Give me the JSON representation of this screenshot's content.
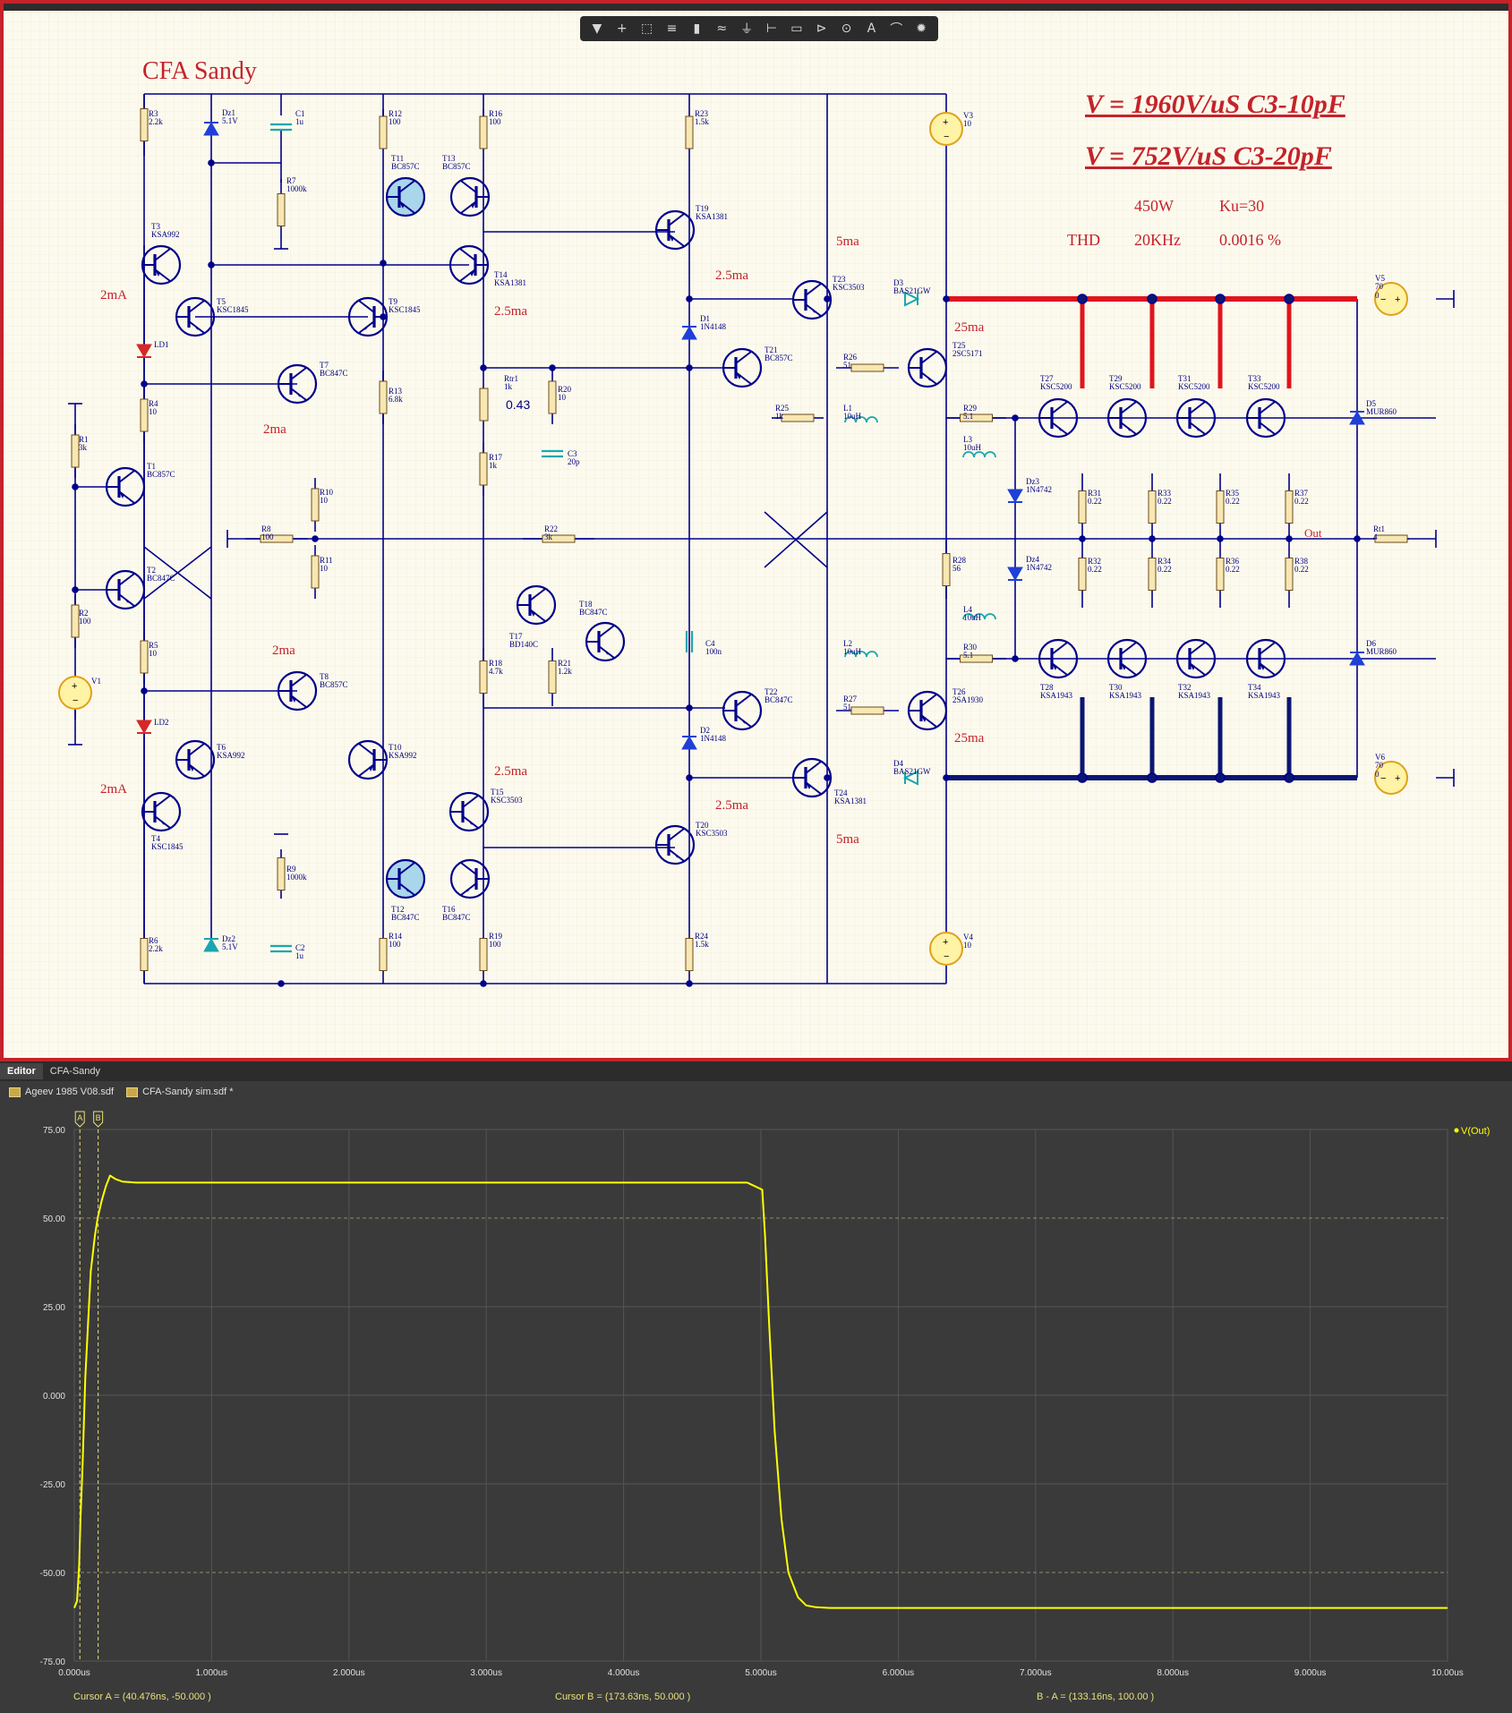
{
  "schematic": {
    "title": "CFA Sandy",
    "slew_line_1": "V = 1960V/uS C3-10pF",
    "slew_line_2": "V =  752V/uS C3-20pF",
    "power": "450W",
    "gain": "Ku=30",
    "thd_label": "THD",
    "thd_freq": "20KHz",
    "thd_value": "0.0016 %",
    "current_labels": [
      {
        "id": "i-2mA-top",
        "text": "2mA"
      },
      {
        "id": "i-2ma-t7",
        "text": "2ma"
      },
      {
        "id": "i-2ma-t8",
        "text": "2ma"
      },
      {
        "id": "i-2mA-bot",
        "text": "2mA"
      },
      {
        "id": "i-25ma-t14",
        "text": "2.5ma"
      },
      {
        "id": "i-25ma-t15",
        "text": "2.5ma"
      },
      {
        "id": "i-25ma-t23",
        "text": "2.5ma"
      },
      {
        "id": "i-25ma-t24",
        "text": "2.5ma"
      },
      {
        "id": "i-5ma-top",
        "text": "5ma"
      },
      {
        "id": "i-5ma-bot",
        "text": "5ma"
      },
      {
        "id": "i-25ma-out-top",
        "text": "25ma"
      },
      {
        "id": "i-25ma-out-bot",
        "text": "25ma"
      }
    ],
    "net_label_out": "Out",
    "components": [
      {
        "ref": "R3",
        "val": "2.2k"
      },
      {
        "ref": "Dz1",
        "val": "5.1V"
      },
      {
        "ref": "C1",
        "val": "1u"
      },
      {
        "ref": "R7",
        "val": "1000k"
      },
      {
        "ref": "R12",
        "val": "100"
      },
      {
        "ref": "R16",
        "val": "100"
      },
      {
        "ref": "T11",
        "val": "BC857C"
      },
      {
        "ref": "T13",
        "val": "BC857C"
      },
      {
        "ref": "R23",
        "val": "1.5k"
      },
      {
        "ref": "T19",
        "val": "KSA1381"
      },
      {
        "ref": "V3",
        "val": "10"
      },
      {
        "ref": "T3",
        "val": "KSA992"
      },
      {
        "ref": "T5",
        "val": "KSC1845"
      },
      {
        "ref": "T9",
        "val": "KSC1845"
      },
      {
        "ref": "T14",
        "val": "KSA1381"
      },
      {
        "ref": "T23",
        "val": "KSC3503"
      },
      {
        "ref": "D3",
        "val": "BAS21GW"
      },
      {
        "ref": "V5",
        "val": "70"
      },
      {
        "ref": "LD1",
        "val": ""
      },
      {
        "ref": "T7",
        "val": "BC847C"
      },
      {
        "ref": "R13",
        "val": "6.8k"
      },
      {
        "ref": "Rtr1",
        "val": "1k"
      },
      {
        "ref": "R20",
        "val": "10"
      },
      {
        "ref": "D1",
        "val": "1N4148"
      },
      {
        "ref": "T21",
        "val": "BC857C"
      },
      {
        "ref": "R26",
        "val": "51"
      },
      {
        "ref": "T25",
        "val": "2SC5171"
      },
      {
        "ref": "T27",
        "val": "KSC5200"
      },
      {
        "ref": "T29",
        "val": "KSC5200"
      },
      {
        "ref": "T31",
        "val": "KSC5200"
      },
      {
        "ref": "T33",
        "val": "KSC5200"
      },
      {
        "ref": "R1",
        "val": "3k"
      },
      {
        "ref": "R4",
        "val": "10"
      },
      {
        "ref": "R25",
        "val": "1k"
      },
      {
        "ref": "L1",
        "val": "10uH"
      },
      {
        "ref": "R29",
        "val": "5.1"
      },
      {
        "ref": "L3",
        "val": "10uH"
      },
      {
        "ref": "D5",
        "val": "MUR860"
      },
      {
        "ref": "T1",
        "val": "BC857C"
      },
      {
        "ref": "R17",
        "val": "1k"
      },
      {
        "ref": "C3",
        "val": "20p"
      },
      {
        "ref": "Dz3",
        "val": "1N4742"
      },
      {
        "ref": "R10",
        "val": "10"
      },
      {
        "ref": "R31",
        "val": "0.22"
      },
      {
        "ref": "R33",
        "val": "0.22"
      },
      {
        "ref": "R35",
        "val": "0.22"
      },
      {
        "ref": "R37",
        "val": "0.22"
      },
      {
        "ref": "R8",
        "val": "100"
      },
      {
        "ref": "R22",
        "val": "3k"
      },
      {
        "ref": "Rt1",
        "val": "4"
      },
      {
        "ref": "R11",
        "val": "10"
      },
      {
        "ref": "T2",
        "val": "BC847C"
      },
      {
        "ref": "R28",
        "val": "56"
      },
      {
        "ref": "Dz4",
        "val": "1N4742"
      },
      {
        "ref": "R32",
        "val": "0.22"
      },
      {
        "ref": "R34",
        "val": "0.22"
      },
      {
        "ref": "R36",
        "val": "0.22"
      },
      {
        "ref": "R38",
        "val": "0.22"
      },
      {
        "ref": "R2",
        "val": "100"
      },
      {
        "ref": "T18",
        "val": "BC847C"
      },
      {
        "ref": "T17",
        "val": "BD140C"
      },
      {
        "ref": "C4",
        "val": "100n"
      },
      {
        "ref": "L4",
        "val": "10uH"
      },
      {
        "ref": "R5",
        "val": "10"
      },
      {
        "ref": "T8",
        "val": "BC857C"
      },
      {
        "ref": "R18",
        "val": "4.7k"
      },
      {
        "ref": "R21",
        "val": "1.2k"
      },
      {
        "ref": "L2",
        "val": "10uH"
      },
      {
        "ref": "R30",
        "val": "5.1"
      },
      {
        "ref": "D6",
        "val": "MUR860"
      },
      {
        "ref": "V1",
        "val": ""
      },
      {
        "ref": "T22",
        "val": "BC847C"
      },
      {
        "ref": "R27",
        "val": "51"
      },
      {
        "ref": "T26",
        "val": "2SA1930"
      },
      {
        "ref": "T28",
        "val": "KSA1943"
      },
      {
        "ref": "T30",
        "val": "KSA1943"
      },
      {
        "ref": "T32",
        "val": "KSA1943"
      },
      {
        "ref": "T34",
        "val": "KSA1943"
      },
      {
        "ref": "LD2",
        "val": ""
      },
      {
        "ref": "T6",
        "val": "KSA992"
      },
      {
        "ref": "T10",
        "val": "KSA992"
      },
      {
        "ref": "D2",
        "val": "1N4148"
      },
      {
        "ref": "D4",
        "val": "BAS21GW"
      },
      {
        "ref": "V6",
        "val": "70"
      },
      {
        "ref": "T4",
        "val": "KSC1845"
      },
      {
        "ref": "T15",
        "val": "KSC3503"
      },
      {
        "ref": "T24",
        "val": "KSA1381"
      },
      {
        "ref": "T20",
        "val": "KSC3503"
      },
      {
        "ref": "R9",
        "val": "1000k"
      },
      {
        "ref": "T12",
        "val": "BC847C"
      },
      {
        "ref": "T16",
        "val": "BC847C"
      },
      {
        "ref": "V4",
        "val": "10"
      },
      {
        "ref": "R6",
        "val": "2.2k"
      },
      {
        "ref": "Dz2",
        "val": "5.1V"
      },
      {
        "ref": "C2",
        "val": "1u"
      },
      {
        "ref": "R14",
        "val": "100"
      },
      {
        "ref": "R19",
        "val": "100"
      },
      {
        "ref": "R24",
        "val": "1.5k"
      }
    ],
    "rtr1_setting": "0.43",
    "supply_zero_labels": [
      "0",
      "0"
    ]
  },
  "tabs": {
    "editor": "Editor",
    "cfa": "CFA-Sandy"
  },
  "documents": [
    "Ageev 1985 V08.sdf",
    "CFA-Sandy sim.sdf *"
  ],
  "plot": {
    "legend": "V(Out)",
    "cursor_a_label": "Cursor A = (40.476ns, -50.000 )",
    "cursor_b_label": "Cursor B = (173.63ns, 50.000 )",
    "delta_label": "B - A = (133.16ns, 100.00 )",
    "cursor_a_marker": "A",
    "cursor_b_marker": "B"
  },
  "chart_data": {
    "type": "line",
    "title": "",
    "xlabel": "",
    "ylabel": "",
    "xlim": [
      0,
      10
    ],
    "ylim": [
      -75,
      75
    ],
    "x_unit": "us",
    "x_ticks": [
      "0.000us",
      "1.000us",
      "2.000us",
      "3.000us",
      "4.000us",
      "5.000us",
      "6.000us",
      "7.000us",
      "8.000us",
      "9.000us",
      "10.00us"
    ],
    "y_ticks": [
      "75.00",
      "50.00",
      "25.00",
      "0.000",
      "-25.00",
      "-50.00",
      "-75.00"
    ],
    "grid": true,
    "legend_position": "top-right",
    "series": [
      {
        "name": "V(Out)",
        "color": "#ffff00",
        "x": [
          0,
          0.02,
          0.035,
          0.045,
          0.06,
          0.08,
          0.1,
          0.12,
          0.15,
          0.17,
          0.2,
          0.23,
          0.26,
          0.3,
          0.35,
          0.45,
          0.6,
          1.0,
          2.0,
          3.0,
          4.0,
          4.9,
          5.01,
          5.03,
          5.06,
          5.1,
          5.15,
          5.2,
          5.27,
          5.33,
          5.4,
          5.5,
          5.6,
          6.0,
          7.0,
          8.0,
          9.0,
          10.0
        ],
        "y": [
          -60,
          -58,
          -48,
          -35,
          -20,
          5,
          20,
          35,
          45,
          50,
          55,
          59,
          62,
          61,
          60.3,
          60,
          60,
          60,
          60,
          60,
          60,
          60,
          58,
          45,
          20,
          -10,
          -35,
          -50,
          -57,
          -59.3,
          -59.8,
          -60,
          -60,
          -60,
          -60,
          -60,
          -60,
          -60
        ]
      }
    ],
    "cursors": [
      {
        "name": "A",
        "x_ns": 40.476,
        "y": -50
      },
      {
        "name": "B",
        "x_ns": 173.63,
        "y": 50
      }
    ]
  },
  "colors": {
    "schematic_bg": "#fcfaee",
    "wire": "#00008b",
    "annot": "#c4232a",
    "plot_bg": "#3a3a3a",
    "trace": "#ffff00",
    "cursor": "#e8e07a"
  }
}
